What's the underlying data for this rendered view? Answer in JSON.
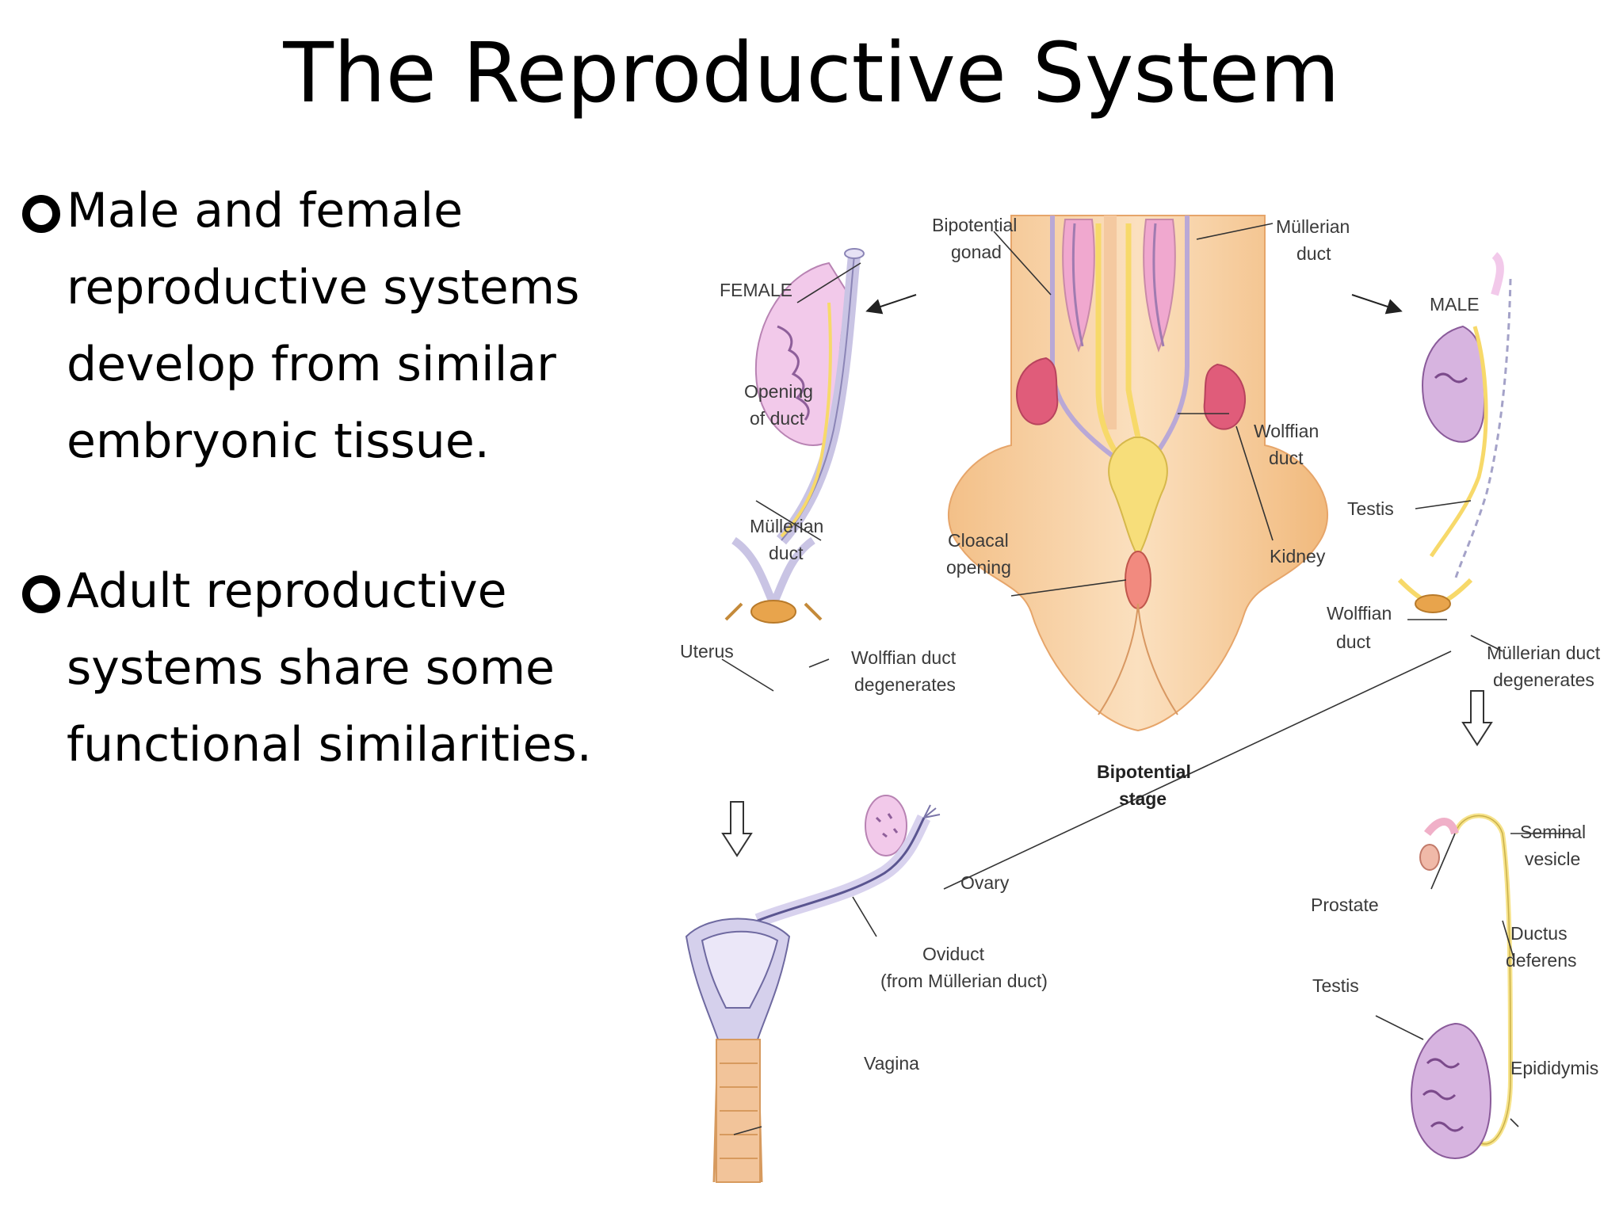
{
  "slide": {
    "title": "The Reproductive System",
    "bullets": [
      {
        "text": "Male and female\nreproductive systems\ndevelop from similar\nembryonic tissue."
      },
      {
        "text": "Adult reproductive\nsystems share some\nfunctional similarities."
      }
    ]
  },
  "diagram": {
    "labels": {
      "female": "FEMALE",
      "male": "MALE",
      "bipotential_gonad_1": "Bipotential",
      "bipotential_gonad_2": "gonad",
      "mullerian_duct_top_1": "Müllerian",
      "mullerian_duct_top_2": "duct",
      "opening_of_duct_1": "Opening",
      "opening_of_duct_2": "of duct",
      "wolffian_duct_center_1": "Wolffian",
      "wolffian_duct_center_2": "duct",
      "testis_male": "Testis",
      "mullerian_duct_female_1": "Müllerian",
      "mullerian_duct_female_2": "duct",
      "cloacal_opening_1": "Cloacal",
      "cloacal_opening_2": "opening",
      "kidney": "Kidney",
      "wolffian_duct_male_1": "Wolffian",
      "wolffian_duct_male_2": "duct",
      "uterus": "Uterus",
      "wolffian_degenerates_1": "Wolffian duct",
      "wolffian_degenerates_2": "degenerates",
      "mullerian_degenerates_1": "Müllerian duct",
      "mullerian_degenerates_2": "degenerates",
      "bipotential_stage_1": "Bipotential",
      "bipotential_stage_2": "stage",
      "seminal_vesicle_1": "Seminal",
      "seminal_vesicle_2": "vesicle",
      "ovary": "Ovary",
      "prostate": "Prostate",
      "oviduct_1": "Oviduct",
      "oviduct_2": "(from Müllerian duct)",
      "ductus_deferens_1": "Ductus",
      "ductus_deferens_2": "deferens",
      "testis_adult": "Testis",
      "vagina": "Vagina",
      "epididymis": "Epididymis"
    }
  }
}
